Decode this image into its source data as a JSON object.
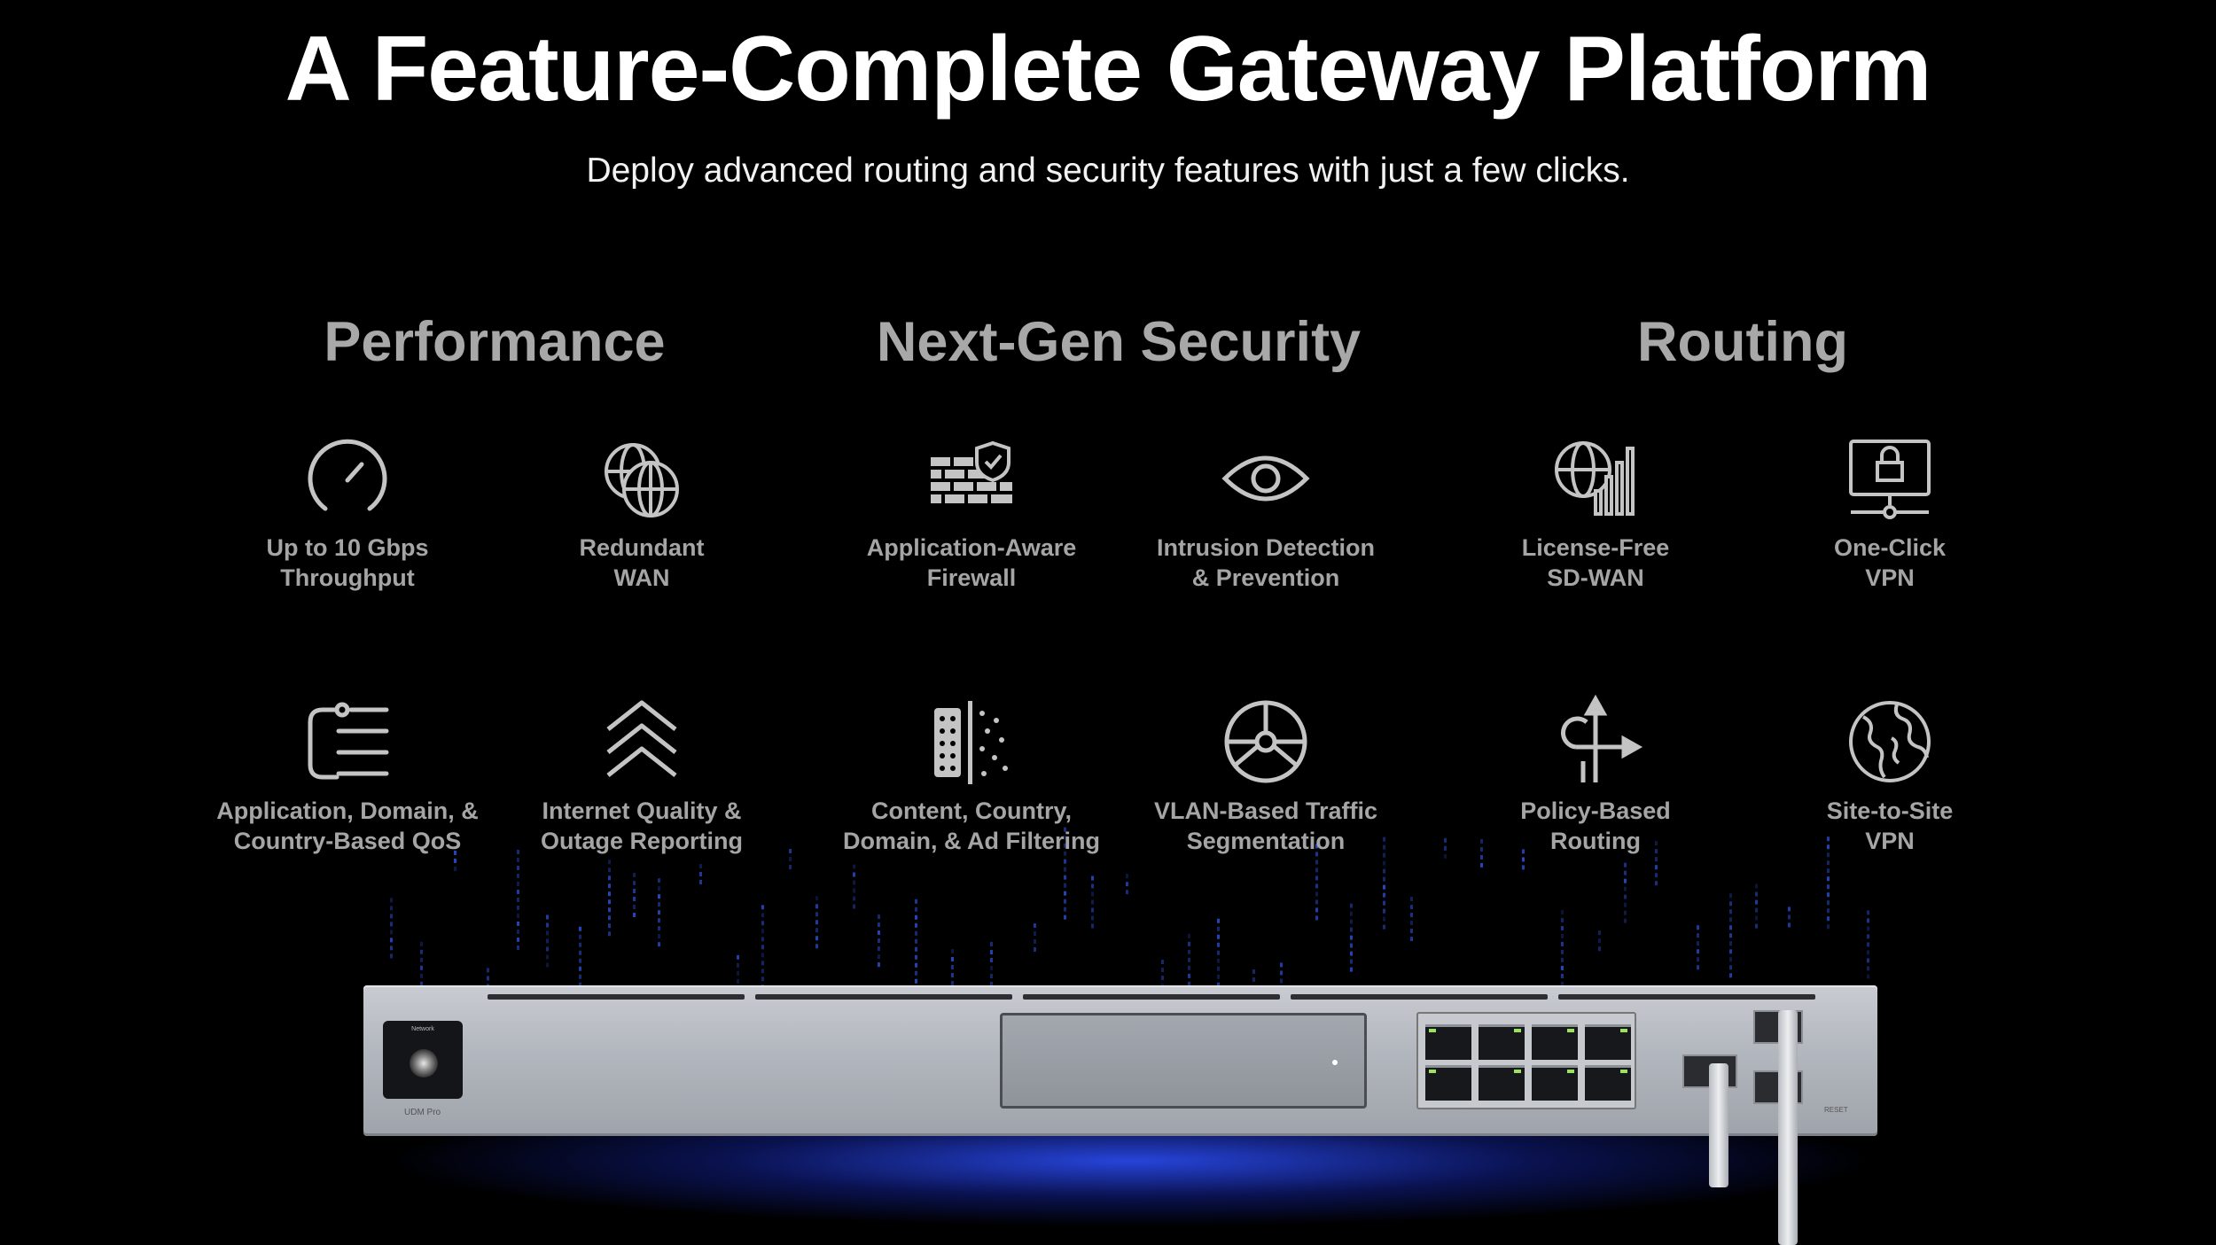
{
  "hero": {
    "title": "A Feature-Complete Gateway Platform",
    "subtitle": "Deploy advanced routing and security features with just a few clicks."
  },
  "categories": {
    "performance": "Performance",
    "security": "Next-Gen Security",
    "routing": "Routing"
  },
  "features": {
    "throughput": [
      "Up to 10 Gbps",
      "Throughput"
    ],
    "redundant_wan": [
      "Redundant",
      "WAN"
    ],
    "firewall": [
      "Application-Aware",
      "Firewall"
    ],
    "ids": [
      "Intrusion Detection",
      "& Prevention"
    ],
    "sdwan": [
      "License-Free",
      "SD-WAN"
    ],
    "vpn": [
      "One-Click",
      "VPN"
    ],
    "qos": [
      "Application, Domain, &",
      "Country-Based QoS"
    ],
    "internet_quality": [
      "Internet Quality &",
      "Outage Reporting"
    ],
    "content_filter": [
      "Content, Country,",
      "Domain, & Ad Filtering"
    ],
    "vlan": [
      "VLAN-Based Traffic",
      "Segmentation"
    ],
    "policy_routing": [
      "Policy-Based",
      "Routing"
    ],
    "site_vpn": [
      "Site-to-Site",
      "VPN"
    ]
  },
  "icons": {
    "throughput": "speedometer-icon",
    "redundant_wan": "dual-globe-icon",
    "firewall": "brick-wall-shield-icon",
    "ids": "eye-icon",
    "sdwan": "globe-signal-bars-icon",
    "vpn": "monitor-lock-icon",
    "qos": "priority-list-icon",
    "internet_quality": "stacked-chevrons-icon",
    "content_filter": "filter-dots-icon",
    "vlan": "segmented-globe-icon",
    "policy_routing": "route-split-arrow-icon",
    "site_vpn": "earth-icon"
  },
  "device": {
    "model": "UDM Pro",
    "screen_caption": "Network",
    "reset_label": "RESET"
  },
  "colors": {
    "background": "#000000",
    "headline": "#ffffff",
    "category": "#a8a8a8",
    "feature_label": "#a5a5a5",
    "icon_stroke": "#c4c4c4",
    "data_rain": "#2a4fd6",
    "underglow": "#2d50ff",
    "port_led": "#9be35a"
  }
}
